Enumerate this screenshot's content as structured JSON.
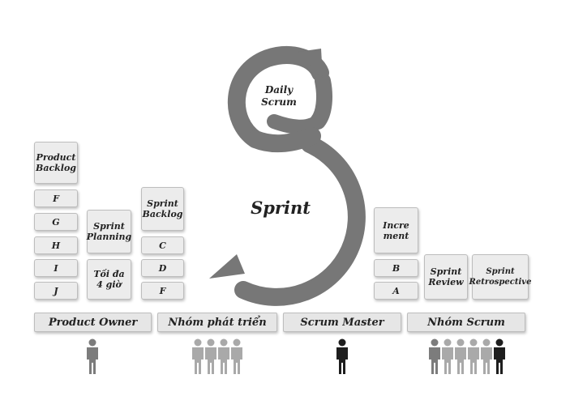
{
  "product_backlog": {
    "title": "Product\nBacklog",
    "items": [
      "F",
      "G",
      "H",
      "I",
      "J"
    ]
  },
  "sprint_planning": {
    "title": "Sprint\nPlanning",
    "duration": "Tối đa\n4 giờ"
  },
  "sprint_backlog": {
    "title": "Sprint\nBacklog",
    "items": [
      "C",
      "D",
      "F"
    ]
  },
  "cycle": {
    "daily_scrum": "Daily\nScrum",
    "sprint": "Sprint"
  },
  "increment": {
    "title": "Incre\nment",
    "items": [
      "B",
      "A"
    ]
  },
  "sprint_review": {
    "title": "Sprint\nReview"
  },
  "sprint_retrospective": {
    "title": "Sprint\nRetrospective"
  },
  "roles": {
    "product_owner": "Product Owner",
    "dev_team": "Nhóm phát triển",
    "scrum_master": "Scrum Master",
    "scrum_team": "Nhóm Scrum"
  },
  "colors": {
    "cycle": "#7a7a7a",
    "card": "#ececec",
    "person_dark": "#1e1e1e",
    "person_mid": "#7c7c7c",
    "person_light": "#a9a9a9"
  }
}
